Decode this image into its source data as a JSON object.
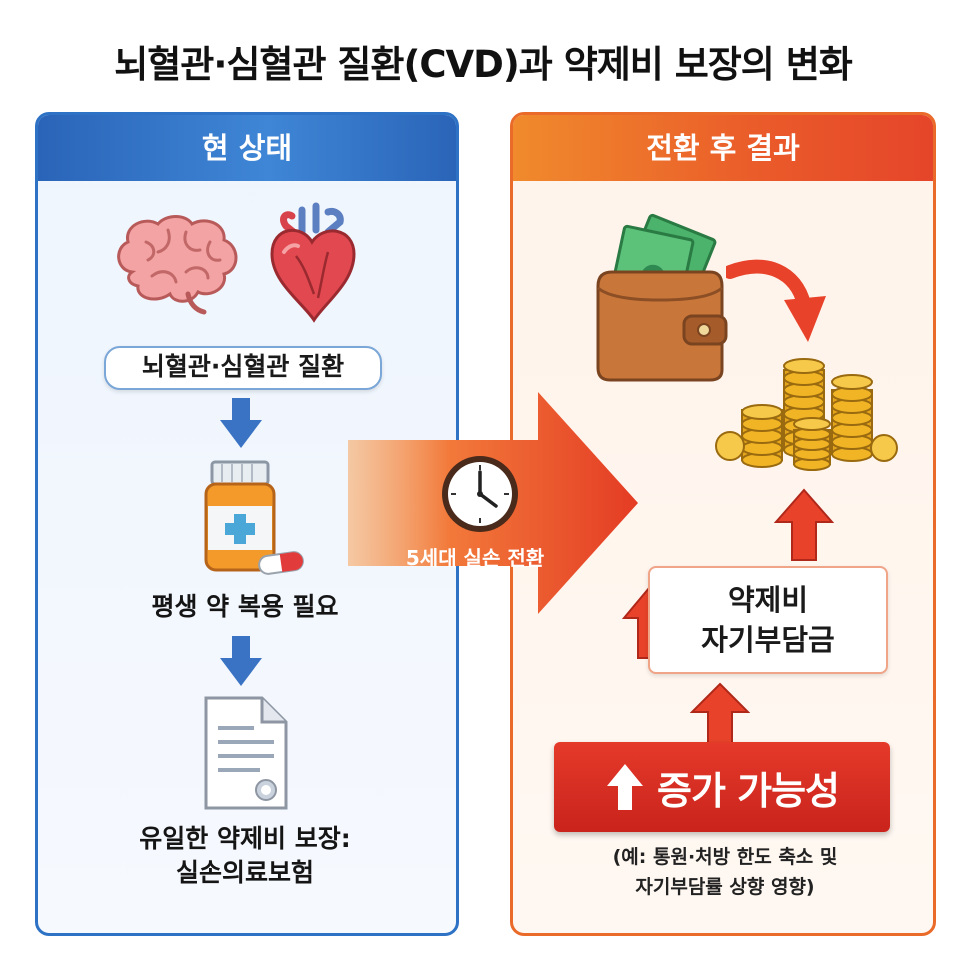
{
  "title": "뇌혈관·심혈관 질환(CVD)과 약제비 보장의 변화",
  "left_panel": {
    "header": "현 상태",
    "disease_label": "뇌혈관·심혈관 질환",
    "medication_label": "평생 약 복용 필요",
    "coverage_line1": "유일한 약제비 보장:",
    "coverage_line2": "실손의료보험",
    "icons": [
      "brain-icon",
      "heart-icon",
      "medicine-bottle-icon",
      "pill-capsule-icon",
      "document-icon"
    ]
  },
  "transition": {
    "label": "5세대 실손 전환",
    "icon": "clock-icon"
  },
  "right_panel": {
    "header": "전환 후 결과",
    "cost_line1": "약제비",
    "cost_line2": "자기부담금",
    "increase_label": "증가 가능성",
    "note_line1": "(예: 통원·처방 한도 축소 및",
    "note_line2": "자기부담률 상향 영향)",
    "icons": [
      "wallet-icon",
      "banknote-icon",
      "coins-icon",
      "curved-arrow-icon",
      "up-arrow-icon"
    ]
  },
  "colors": {
    "left_accent": "#2d72c4",
    "right_accent": "#ea6a2a",
    "increase_red": "#d62c22"
  }
}
